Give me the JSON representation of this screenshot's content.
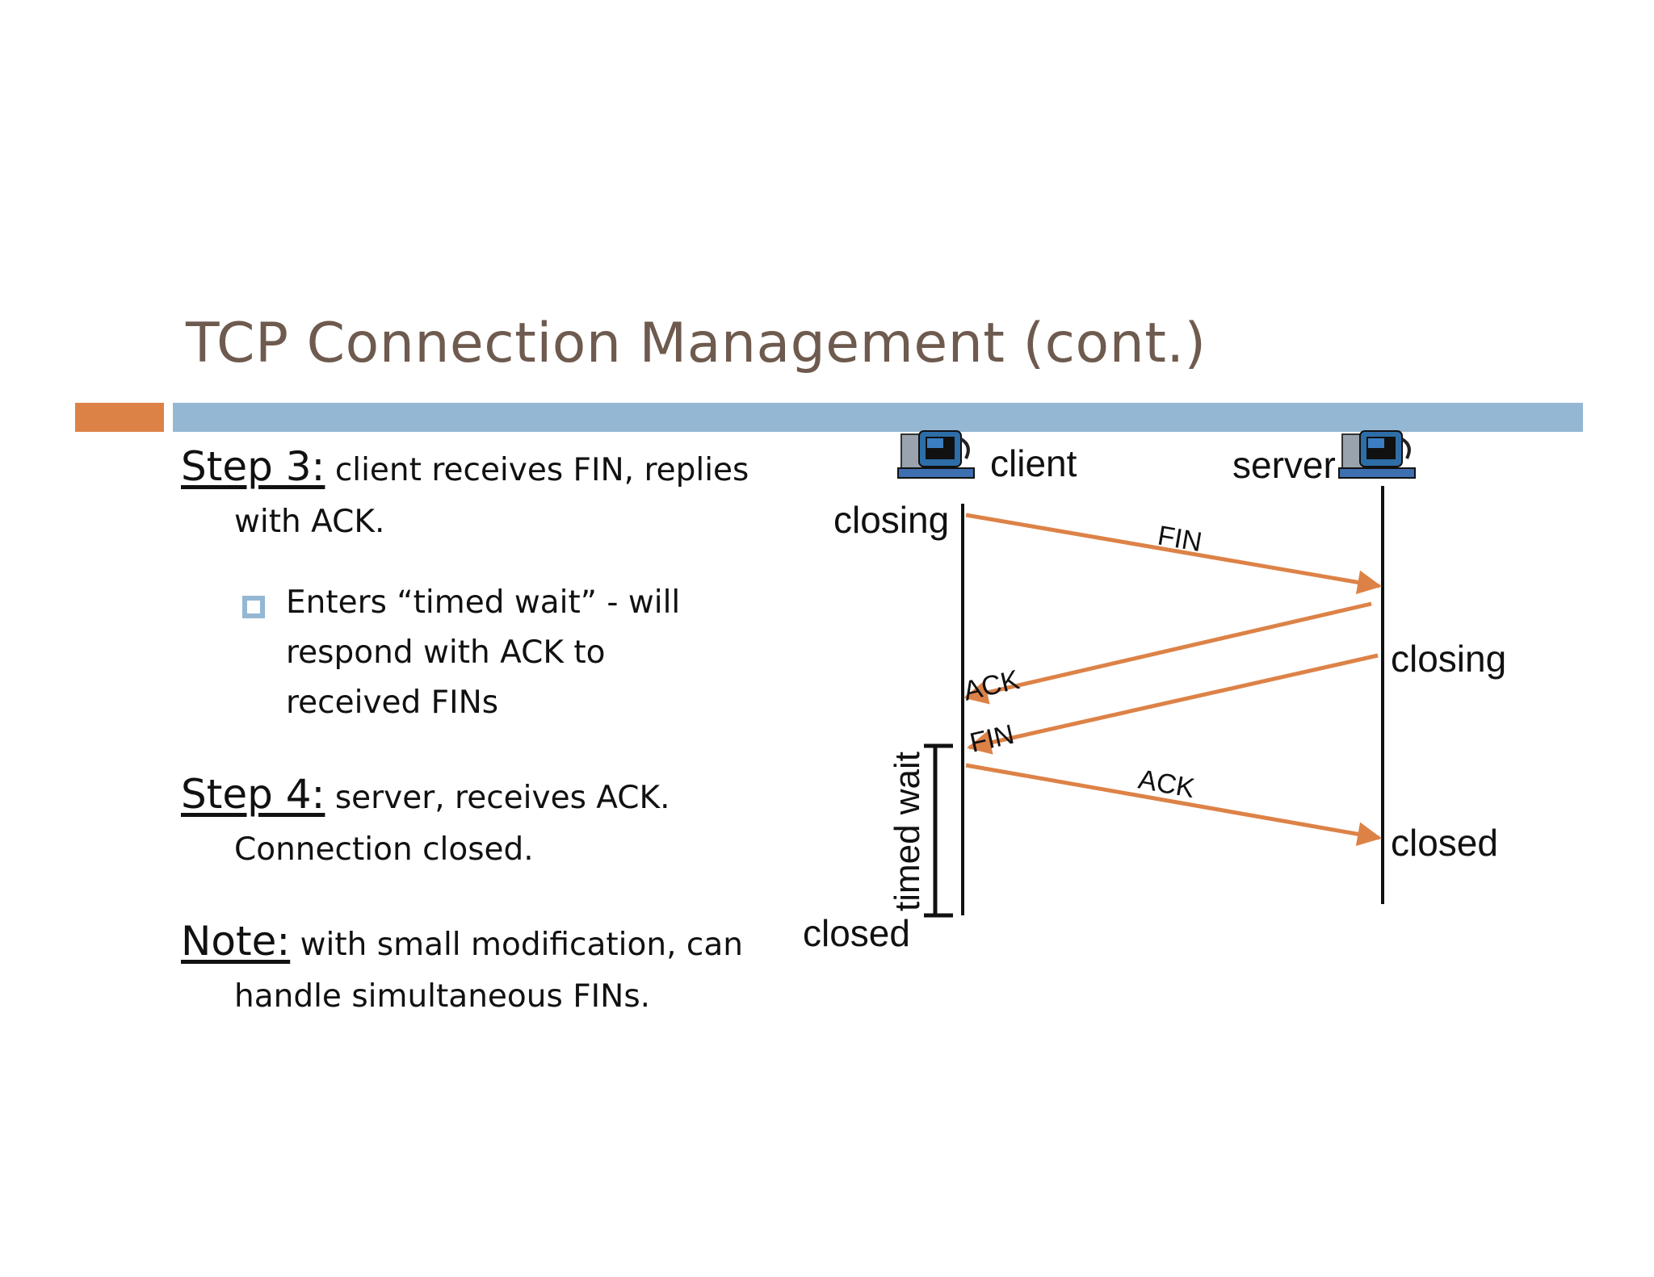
{
  "title": "TCP Connection Management (cont.)",
  "step3": {
    "heading": "Step 3:",
    "line1": "client receives FIN, replies",
    "line2": "with ACK.",
    "bullet": [
      "Enters “timed wait” - will",
      "respond with ACK to",
      "received FINs"
    ]
  },
  "step4": {
    "heading": "Step 4:",
    "line1": "server, receives ACK.",
    "line2": "Connection closed."
  },
  "note": {
    "heading": "Note:",
    "line1": "with small modification, can",
    "line2": "handle simultaneous FINs."
  },
  "diagram": {
    "client_label": "client",
    "server_label": "server",
    "client_closing": "closing",
    "server_closing": "closing",
    "timed_wait": "timed wait",
    "client_closed": "closed",
    "server_closed": "closed",
    "msg_fin1": "FIN",
    "msg_ack1": "ACK",
    "msg_fin2": "FIN",
    "msg_ack2": "ACK",
    "icon_client": "computer-icon",
    "icon_server": "computer-icon"
  },
  "colors": {
    "title": "#6e5a4e",
    "accent_orange": "#dd8247",
    "accent_blue": "#94b7d3",
    "arrow": "#dd8247"
  }
}
